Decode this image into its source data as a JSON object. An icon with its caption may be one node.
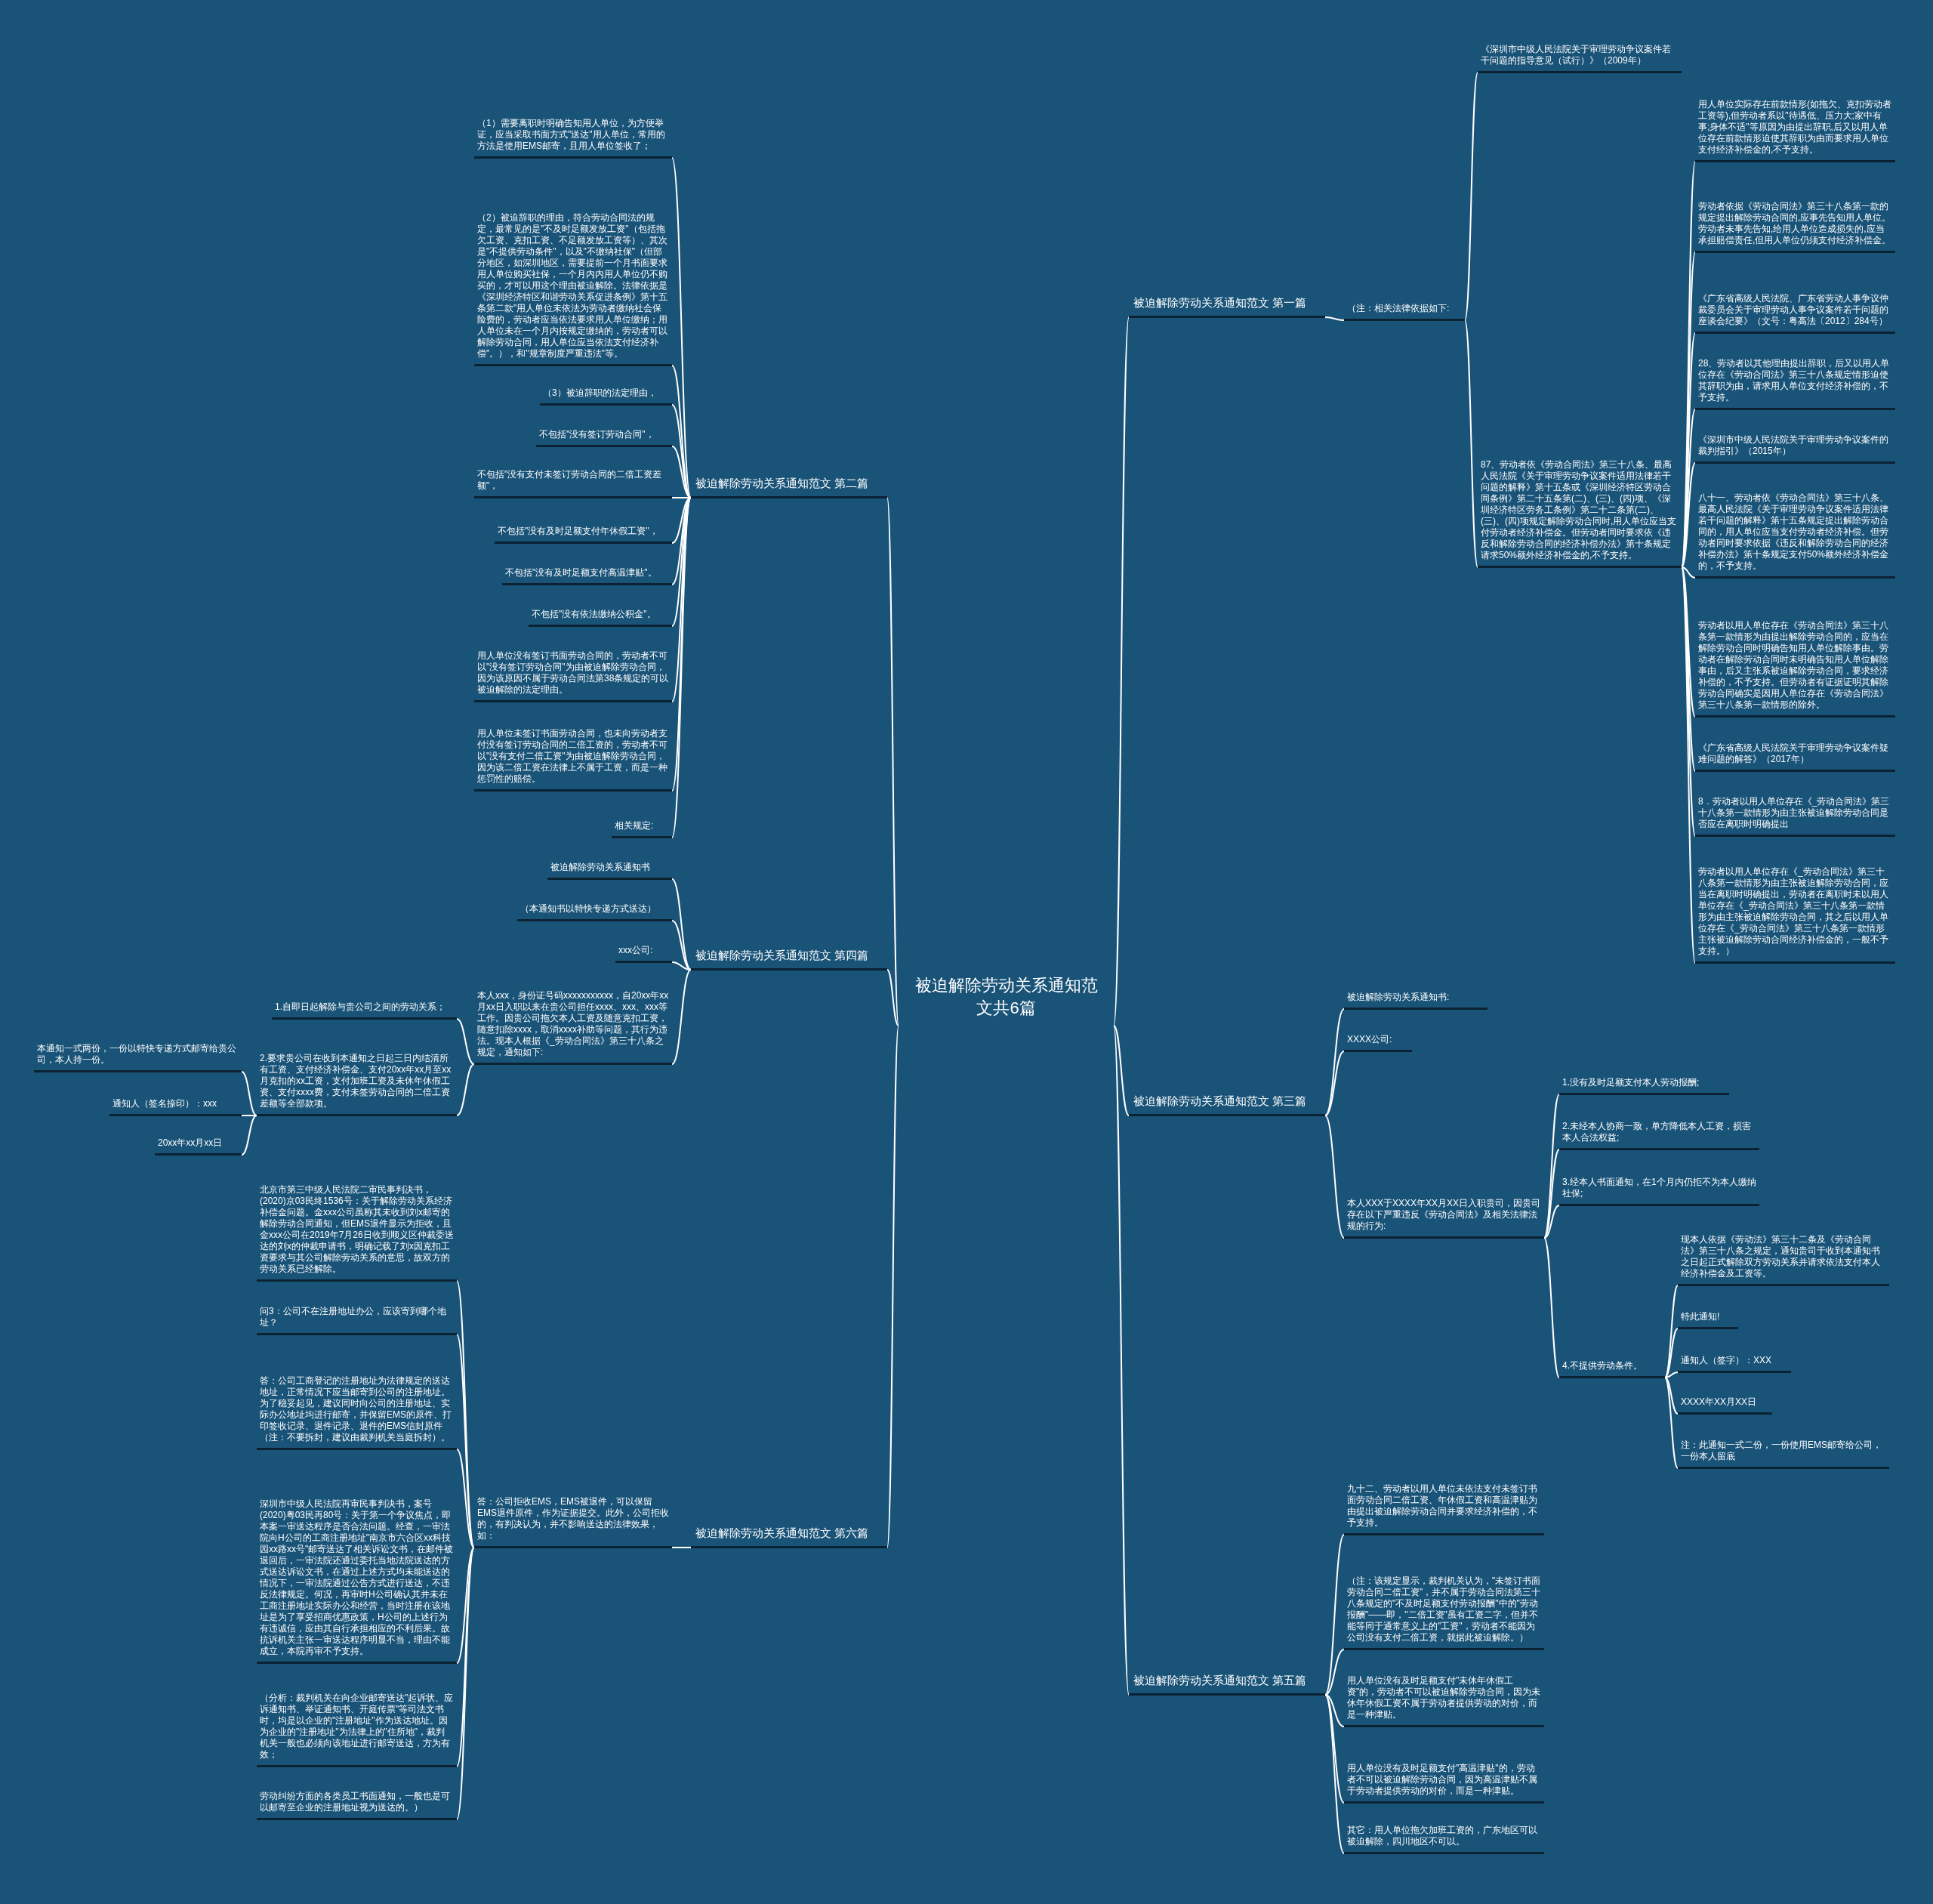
{
  "diagram": {
    "nodes": [
      {
        "text": [
          "被迫解除劳动关系通知范文共6篇"
        ]
      },
      {
        "text": [
          "被迫解除劳动关系通知范文 第一篇"
        ]
      },
      {
        "text": [
          "（注：相关法律依据如下:"
        ]
      },
      {
        "text": [
          "《深圳市中级人民法院关于审理劳动争议案件若干问题的指导意见（试行）》（2009年）"
        ]
      },
      {
        "text": [
          "87、劳动者依《劳动合同法》第三十八条、最高人民法院《关于审理劳动争议案件适用法律若干问题的解释》第十五条或《深圳经济特区劳动合同条例》第二十五条第(二)、(三)、(四)项、《深圳经济特区劳务工条例》第二十二条第(二)、(三)、(四)项规定解除劳动合同时,用人单位应当支付劳动者经济补偿金。但劳动者同时要求依《违反和解除劳动合同的经济补偿办法》第十条规定请求50%额外经济补偿金的,不予支持。"
        ]
      },
      {
        "text": [
          "用人单位实际存在前款情形(如拖欠、克扣劳动者工资等),但劳动者系以\"待遇低、压力大;家中有事;身体不适\"等原因为由提出辞职,后又以用人单位存在前款情形迫使其辞职为由而要求用人单位支付经济补偿金的,不予支持。"
        ]
      },
      {
        "text": [
          "劳动者依据《劳动合同法》第三十八条第一款的规定提出解除劳动合同的,应事先告知用人单位。劳动者未事先告知,给用人单位造成损失的,应当承担赔偿责任,但用人单位仍须支付经济补偿金。"
        ]
      },
      {
        "text": [
          "《广东省高级人民法院、广东省劳动人事争议仲裁委员会关于审理劳动人事争议案件若干问题的座谈会纪要》（文号：粤高法〔2012〕284号）"
        ]
      },
      {
        "text": [
          "28、劳动者以其他理由提出辞职，后又以用人单位存在《劳动合同法》第三十八条规定情形迫使其辞职为由，请求用人单位支付经济补偿的，不予支持。"
        ]
      },
      {
        "text": [
          "《深圳市中级人民法院关于审理劳动争议案件的裁判指引》（2015年）"
        ]
      },
      {
        "text": [
          "八十一、劳动者依《劳动合同法》第三十八条、最高人民法院《关于审理劳动争议案件适用法律若干问题的解释》第十五条规定提出解除劳动合同的，用人单位应当支付劳动者经济补偿。但劳动者同时要求依据《违反和解除劳动合同的经济补偿办法》第十条规定支付50%额外经济补偿金的，不予支持。"
        ]
      },
      {
        "text": [
          "劳动者以用人单位存在《劳动合同法》第三十八条第一款情形为由提出解除劳动合同的，应当在解除劳动合同时明确告知用人单位解除事由。劳动者在解除劳动合同时未明确告知用人单位解除事由，后又主张系被迫解除劳动合同，要求经济补偿的，不予支持。但劳动者有证据证明其解除劳动合同确实是因用人单位存在《劳动合同法》第三十八条第一款情形的除外。"
        ]
      },
      {
        "text": [
          "《广东省高级人民法院关于审理劳动争议案件疑难问题的解答》（2017年）"
        ]
      },
      {
        "text": [
          "8．劳动者以用人单位存在《_劳动合同法》第三十八条第一款情形为由主张被迫解除劳动合同是否应在离职时明确提出"
        ]
      },
      {
        "text": [
          "劳动者以用人单位存在《_劳动合同法》第三十八条第一款情形为由主张被迫解除劳动合同，应当在离职时明确提出，劳动者在离职时未以用人单位存在《_劳动合同法》第三十八条第一款情形为由主张被迫解除劳动合同，其之后以用人单位存在《_劳动合同法》第三十八条第一款情形主张被迫解除劳动合同经济补偿金的，一般不予支持。）"
        ]
      },
      {
        "text": [
          "被迫解除劳动关系通知范文 第三篇"
        ]
      },
      {
        "text": [
          "被迫解除劳动关系通知书:"
        ]
      },
      {
        "text": [
          "XXXX公司:"
        ]
      },
      {
        "text": [
          "本人XXX于XXXX年XX月XX日入职贵司，因贵司存在以下严重违反《劳动合同法》及相关法律法规的行为:"
        ]
      },
      {
        "text": [
          "1.没有及时足额支付本人劳动报酬;"
        ]
      },
      {
        "text": [
          "2.未经本人协商一致，单方降低本人工资，损害本人合法权益;"
        ]
      },
      {
        "text": [
          "3.经本人书面通知，在1个月内仍拒不为本人缴纳社保;"
        ]
      },
      {
        "text": [
          "4.不提供劳动条件。"
        ]
      },
      {
        "text": [
          "现本人依据《劳动法》第三十二条及《劳动合同法》第三十八条之规定，通知贵司于收到本通知书之日起正式解除双方劳动关系并请求依法支付本人经济补偿金及工资等。"
        ]
      },
      {
        "text": [
          "特此通知!"
        ]
      },
      {
        "text": [
          "通知人（签字）：XXX"
        ]
      },
      {
        "text": [
          "XXXX年XX月XX日"
        ]
      },
      {
        "text": [
          "注：此通知一式二份，一份使用EMS邮寄给公司，一份本人留底"
        ]
      },
      {
        "text": [
          "被迫解除劳动关系通知范文 第五篇"
        ]
      },
      {
        "text": [
          "九十二、劳动者以用人单位未依法支付未签订书面劳动合同二倍工资、年休假工资和高温津贴为由提出被迫解除劳动合同并要求经济补偿的，不予支持。"
        ]
      },
      {
        "text": [
          "（注：该规定显示，裁判机关认为，\"未签订书面劳动合同二倍工资\"，并不属于劳动合同法第三十八条规定的\"不及时足额支付劳动报酬\"中的\"劳动报酬\"——即，\"二倍工资\"虽有工资二字，但并不能等同于通常意义上的\"工资\"，劳动者不能因为公司没有支付二倍工资，就据此被迫解除。）"
        ]
      },
      {
        "text": [
          "用人单位没有及时足额支付\"未休年休假工资\"的，劳动者不可以被迫解除劳动合同，因为未休年休假工资不属于劳动者提供劳动的对价，而是一种津贴。"
        ]
      },
      {
        "text": [
          "用人单位没有及时足额支付\"高温津贴\"的，劳动者不可以被迫解除劳动合同，因为高温津贴不属于劳动者提供劳动的对价，而是一种津贴。"
        ]
      },
      {
        "text": [
          "其它：用人单位拖欠加班工资的，广东地区可以被迫解除，四川地区不可以。"
        ]
      },
      {
        "text": [
          "被迫解除劳动关系通知范文 第二篇"
        ]
      },
      {
        "text": [
          "（1）需要离职时明确告知用人单位，为方便举证，应当采取书面方式\"送达\"用人单位，常用的方法是使用EMS邮寄，且用人单位签收了；"
        ]
      },
      {
        "text": [
          "（2）被迫辞职的理由，符合劳动合同法的规定，最常见的是\"不及时足额发放工资\"（包括拖欠工资、克扣工资、不足额发放工资等）、其次是\"不提供劳动条件\"，以及\"不缴纳社保\"（但部分地区，如深圳地区，需要提前一个月书面要求用人单位购买社保，一个月内内用人单位仍不购买的，才可以用这个理由被迫解除。法律依据是《深圳经济特区和谐劳动关系促进条例》第十五条第二款\"用人单位未依法为劳动者缴纳社会保险费的，劳动者应当依法要求用人单位缴纳；用人单位未在一个月内按规定缴纳的，劳动者可以解除劳动合同，用人单位应当依法支付经济补偿\"。），和\"规章制度严重违法\"等。"
        ]
      },
      {
        "text": [
          "（3）被迫辞职的法定理由，"
        ]
      },
      {
        "text": [
          "不包括\"没有签订劳动合同\"，"
        ]
      },
      {
        "text": [
          "不包括\"没有支付未签订劳动合同的二倍工资差额\"，"
        ]
      },
      {
        "text": [
          "不包括\"没有及时足额支付年休假工资\"，"
        ]
      },
      {
        "text": [
          "不包括\"没有及时足额支付高温津贴\"。"
        ]
      },
      {
        "text": [
          "不包括\"没有依法缴纳公积金\"。"
        ]
      },
      {
        "text": [
          "用人单位没有签订书面劳动合同的，劳动者不可以\"没有签订劳动合同\"为由被迫解除劳动合同，因为该原因不属于劳动合同法第38条规定的可以被迫解除的法定理由。"
        ]
      },
      {
        "text": [
          "用人单位未签订书面劳动合同，也未向劳动者支付没有签订劳动合同的二倍工资的，劳动者不可以\"没有支付二倍工资\"为由被迫解除劳动合同，因为该二倍工资在法律上不属于工资，而是一种惩罚性的赔偿。"
        ]
      },
      {
        "text": [
          "相关规定:"
        ]
      },
      {
        "text": [
          "被迫解除劳动关系通知范文 第四篇"
        ]
      },
      {
        "text": [
          "被迫解除劳动关系通知书"
        ]
      },
      {
        "text": [
          "（本通知书以特快专递方式送达）"
        ]
      },
      {
        "text": [
          "xxx公司:"
        ]
      },
      {
        "text": [
          "本人xxx，身份证号码xxxxxxxxxxx，自20xx年xx月xx日入职以来在贵公司担任xxxx、xxx、xxx等工作。因贵公司拖欠本人工资及随意克扣工资，随意扣除xxxx，取消xxxx补助等问题，其行为违法。现本人根据《_劳动合同法》第三十八条之规定，通知如下:"
        ]
      },
      {
        "text": [
          "1.自即日起解除与贵公司之间的劳动关系；"
        ]
      },
      {
        "text": [
          "2.要求贵公司在收到本通知之日起三日内结清所有工资、支付经济补偿金、支付20xx年xx月至xx月克扣的xx工资，支付加班工资及未休年休假工资、支付xxxx费，支付未签劳动合同的二倍工资差额等全部款项。"
        ]
      },
      {
        "text": [
          "本通知一式两份，一份以特快专递方式邮寄给贵公司，本人持一份。"
        ]
      },
      {
        "text": [
          "通知人（签名捺印）：xxx"
        ]
      },
      {
        "text": [
          "20xx年xx月xx日"
        ]
      },
      {
        "text": [
          "被迫解除劳动关系通知范文 第六篇"
        ]
      },
      {
        "text": [
          "答：公司拒收EMS，EMS被退件，可以保留EMS退件原件，作为证据提交。此外，公司拒收的，有判决认为，并不影响送达的法律效果，如："
        ]
      },
      {
        "text": [
          "北京市第三中级人民法院二审民事判决书，(2020)京03民终1536号：关于解除劳动关系经济补偿金问题。金xxx公司虽称其未收到刘x邮寄的解除劳动合同通知，但EMS退件显示为拒收，且金xxx公司在2019年7月26日收到顺义区仲裁委送达的刘x的仲裁申请书，明确记载了刘x因克扣工资要求与其公司解除劳动关系的意思，故双方的劳动关系已经解除。"
        ]
      },
      {
        "text": [
          "问3：公司不在注册地址办公，应该寄到哪个地址？"
        ]
      },
      {
        "text": [
          "答：公司工商登记的注册地址为法律规定的送达地址，正常情况下应当邮寄到公司的注册地址。为了稳妥起见，建议同时向公司的注册地址、实际办公地址均进行邮寄，并保留EMS的原件、打印签收记录、退件记录、退件的EMS信封原件（注：不要拆封，建议由裁判机关当庭拆封）。"
        ]
      },
      {
        "text": [
          "深圳市中级人民法院再审民事判决书，案号(2020)粤03民再80号：关于第一个争议焦点，即本案一审送达程序是否合法问题。经查，一审法院向H公司的工商注册地址\"南京市六合区xx科技园xx路xx号\"邮寄送达了相关诉讼文书，在邮件被退回后，一审法院还通过委托当地法院送达的方式送达诉讼文书，在通过上述方式均未能送达的情况下，一审法院通过公告方式进行送达，不违反法律规定。何况，再审时H公司确认其并未在工商注册地址实际办公和经营，当时注册在该地址是为了享受招商优惠政策，H公司的上述行为有违诚信，应由其自行承担相应的不利后果。故抗诉机关主张一审送达程序明显不当，理由不能成立，本院再审不予支持。"
        ]
      },
      {
        "text": [
          "（分析：裁判机关在向企业邮寄送达\"起诉状、应诉通知书、举证通知书、开庭传票\"等司法文书时，均是以企业的\"注册地址\"作为送达地址。因为企业的\"注册地址\"为法律上的\"住所地\"，裁判机关一般也必须向该地址进行邮寄送达，方为有效；"
        ]
      },
      {
        "text": [
          "劳动纠纷方面的各类员工书面通知，一般也是可以邮寄至企业的注册地址视为送达的。）"
        ]
      }
    ],
    "edges": [
      {
        "from": 0,
        "to": 1,
        "arrow": "none"
      },
      {
        "from": 1,
        "to": 2,
        "arrow": "none"
      },
      {
        "from": 2,
        "to": 3,
        "arrow": "none"
      },
      {
        "from": 2,
        "to": 4,
        "arrow": "none"
      },
      {
        "from": 4,
        "to": 5,
        "arrow": "none"
      },
      {
        "from": 4,
        "to": 6,
        "arrow": "none"
      },
      {
        "from": 4,
        "to": 7,
        "arrow": "none"
      },
      {
        "from": 4,
        "to": 8,
        "arrow": "none"
      },
      {
        "from": 4,
        "to": 9,
        "arrow": "none"
      },
      {
        "from": 4,
        "to": 10,
        "arrow": "none"
      },
      {
        "from": 4,
        "to": 11,
        "arrow": "none"
      },
      {
        "from": 4,
        "to": 12,
        "arrow": "none"
      },
      {
        "from": 4,
        "to": 13,
        "arrow": "none"
      },
      {
        "from": 4,
        "to": 14,
        "arrow": "none"
      },
      {
        "from": 0,
        "to": 15,
        "arrow": "none"
      },
      {
        "from": 15,
        "to": 16,
        "arrow": "none"
      },
      {
        "from": 15,
        "to": 17,
        "arrow": "none"
      },
      {
        "from": 15,
        "to": 18,
        "arrow": "none"
      },
      {
        "from": 18,
        "to": 19,
        "arrow": "none"
      },
      {
        "from": 18,
        "to": 20,
        "arrow": "none"
      },
      {
        "from": 18,
        "to": 21,
        "arrow": "none"
      },
      {
        "from": 18,
        "to": 22,
        "arrow": "none"
      },
      {
        "from": 22,
        "to": 23,
        "arrow": "none"
      },
      {
        "from": 22,
        "to": 24,
        "arrow": "none"
      },
      {
        "from": 22,
        "to": 25,
        "arrow": "none"
      },
      {
        "from": 22,
        "to": 26,
        "arrow": "none"
      },
      {
        "from": 22,
        "to": 27,
        "arrow": "none"
      },
      {
        "from": 0,
        "to": 28,
        "arrow": "none"
      },
      {
        "from": 28,
        "to": 29,
        "arrow": "none"
      },
      {
        "from": 28,
        "to": 30,
        "arrow": "none"
      },
      {
        "from": 28,
        "to": 31,
        "arrow": "none"
      },
      {
        "from": 28,
        "to": 32,
        "arrow": "none"
      },
      {
        "from": 28,
        "to": 33,
        "arrow": "none"
      },
      {
        "from": 0,
        "to": 34,
        "arrow": "none"
      },
      {
        "from": 34,
        "to": 35,
        "arrow": "none"
      },
      {
        "from": 34,
        "to": 36,
        "arrow": "none"
      },
      {
        "from": 34,
        "to": 37,
        "arrow": "none"
      },
      {
        "from": 34,
        "to": 38,
        "arrow": "none"
      },
      {
        "from": 34,
        "to": 39,
        "arrow": "none"
      },
      {
        "from": 34,
        "to": 40,
        "arrow": "none"
      },
      {
        "from": 34,
        "to": 41,
        "arrow": "none"
      },
      {
        "from": 34,
        "to": 42,
        "arrow": "none"
      },
      {
        "from": 34,
        "to": 43,
        "arrow": "none"
      },
      {
        "from": 34,
        "to": 44,
        "arrow": "none"
      },
      {
        "from": 34,
        "to": 45,
        "arrow": "none"
      },
      {
        "from": 0,
        "to": 46,
        "arrow": "none"
      },
      {
        "from": 46,
        "to": 47,
        "arrow": "none"
      },
      {
        "from": 46,
        "to": 48,
        "arrow": "none"
      },
      {
        "from": 46,
        "to": 49,
        "arrow": "none"
      },
      {
        "from": 46,
        "to": 50,
        "arrow": "none"
      },
      {
        "from": 50,
        "to": 51,
        "arrow": "none"
      },
      {
        "from": 50,
        "to": 52,
        "arrow": "none"
      },
      {
        "from": 52,
        "to": 53,
        "arrow": "none"
      },
      {
        "from": 52,
        "to": 54,
        "arrow": "none"
      },
      {
        "from": 52,
        "to": 55,
        "arrow": "none"
      },
      {
        "from": 0,
        "to": 56,
        "arrow": "none"
      },
      {
        "from": 56,
        "to": 57,
        "arrow": "none"
      },
      {
        "from": 57,
        "to": 58,
        "arrow": "none"
      },
      {
        "from": 57,
        "to": 59,
        "arrow": "none"
      },
      {
        "from": 57,
        "to": 60,
        "arrow": "none"
      },
      {
        "from": 57,
        "to": 61,
        "arrow": "none"
      },
      {
        "from": 57,
        "to": 62,
        "arrow": "none"
      },
      {
        "from": 57,
        "to": 63,
        "arrow": "none"
      }
    ]
  }
}
